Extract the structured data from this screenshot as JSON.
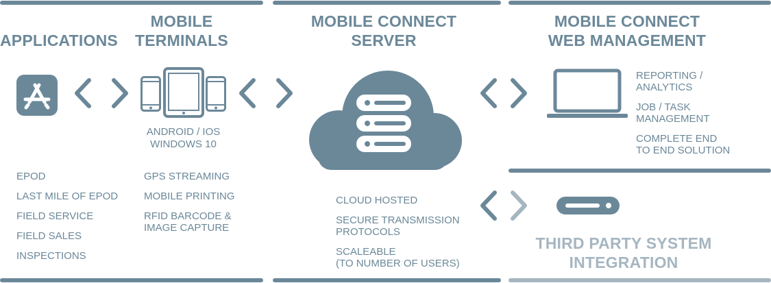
{
  "colors": {
    "primary": "#6b8899",
    "light": "#a6b6c1",
    "background": "#ffffff"
  },
  "headings": {
    "applications": "APPLICATIONS",
    "terminals": [
      "MOBILE",
      "TERMINALS"
    ],
    "server": [
      "MOBILE CONNECT",
      "SERVER"
    ],
    "web": [
      "MOBILE CONNECT",
      "WEB MANAGEMENT"
    ],
    "third": [
      "THIRD PARTY SYSTEM",
      "INTEGRATION"
    ]
  },
  "platforms": [
    "ANDROID / IOS",
    "WINDOWS 10"
  ],
  "applications_list": [
    "EPOD",
    "LAST MILE OF EPOD",
    "FIELD SERVICE",
    "FIELD SALES",
    "INSPECTIONS"
  ],
  "terminal_features": {
    "gps": "GPS STREAMING",
    "printing": "MOBILE PRINTING",
    "capture": [
      "RFID BARCODE &",
      "IMAGE CAPTURE"
    ]
  },
  "server_features": {
    "cloud": "CLOUD HOSTED",
    "secure": [
      "SECURE TRANSMISSION",
      "PROTOCOLS"
    ],
    "scale": [
      "SCALEABLE",
      "(TO NUMBER OF USERS)"
    ]
  },
  "web_features": {
    "reporting": [
      "REPORTING /",
      "ANALYTICS"
    ],
    "job": [
      "JOB / TASK",
      "MANAGEMENT"
    ],
    "complete": [
      "COMPLETE END",
      "TO END SOLUTION"
    ]
  },
  "icons": [
    "app-store-icon",
    "phone-icon",
    "tablet-icon",
    "cloud-server-icon",
    "laptop-icon",
    "server-rack-icon",
    "chevron-left-icon",
    "chevron-right-icon"
  ]
}
